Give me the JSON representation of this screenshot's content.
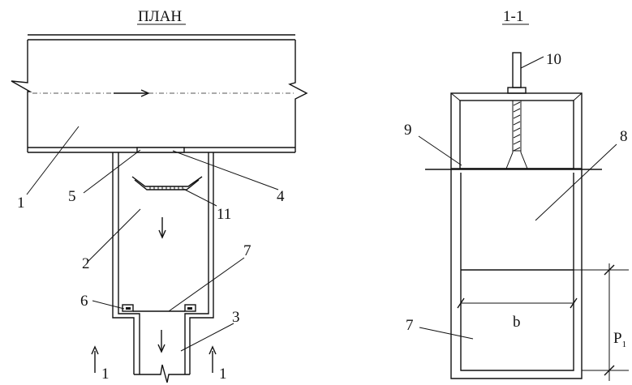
{
  "titles": {
    "plan": "ПЛАН",
    "section": "1-1"
  },
  "plan_labels": {
    "n1": "1",
    "n2": "2",
    "n3": "3",
    "n4": "4",
    "n5": "5",
    "n6": "6",
    "n7": "7",
    "n11": "11",
    "cut_left": "1",
    "cut_right": "1"
  },
  "section_labels": {
    "n7": "7",
    "n8": "8",
    "n9": "9",
    "n10": "10",
    "b": "b",
    "p_main": "P",
    "p_sub": "1"
  }
}
